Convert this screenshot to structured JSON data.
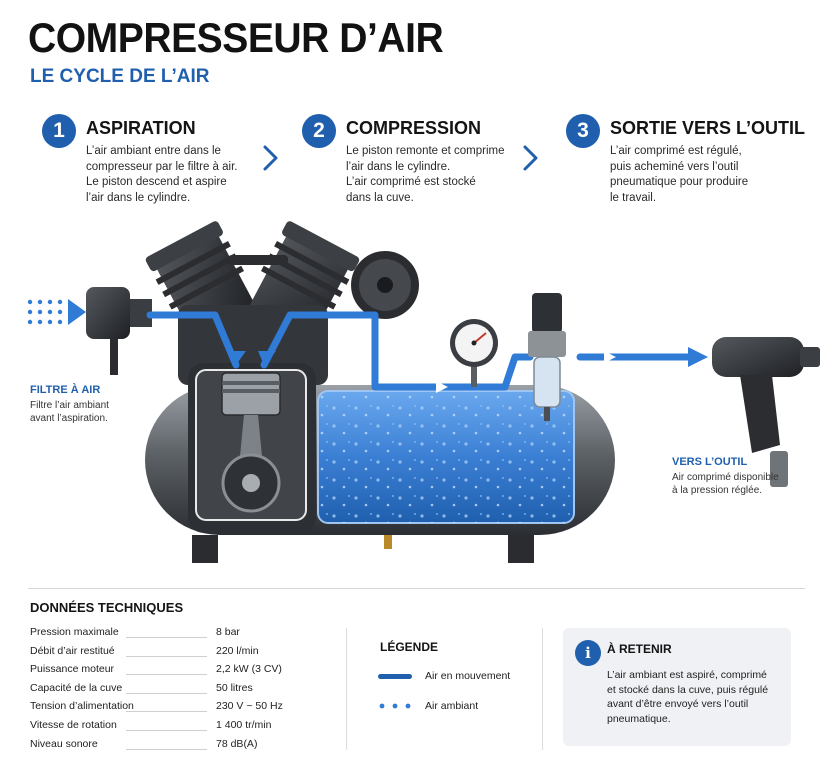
{
  "header": {
    "title": "COMPRESSEUR D’AIR",
    "subtitle": "LE CYCLE DE L’AIR"
  },
  "steps": [
    {
      "num": "1",
      "title": "ASPIRATION",
      "text": "L’air ambiant entre dans le\ncompresseur par le filtre à air.\nLe piston descend et aspire\nl’air dans le cylindre."
    },
    {
      "num": "2",
      "title": "COMPRESSION",
      "text": "Le piston remonte et comprime\nl’air dans le cylindre.\nL’air comprimé est stocké\ndans la cuve."
    },
    {
      "num": "3",
      "title": "SORTIE VERS L’OUTIL",
      "text": "L’air comprimé est régulé,\npuis acheminé vers l’outil\npneumatique pour produire\nle travail."
    }
  ],
  "labels": {
    "filter": {
      "title": "FILTRE À AIR",
      "text": "Filtre l’air ambiant\navant l’aspiration."
    },
    "tool": {
      "title": "VERS L’OUTIL",
      "text": "Air comprimé disponible\nà la pression réglée."
    }
  },
  "specs": {
    "title": "DONNÉES TECHNIQUES",
    "rows": [
      {
        "label": "Pression maximale",
        "value": "8 bar"
      },
      {
        "label": "Débit d’air restitué",
        "value": "220 l/min"
      },
      {
        "label": "Puissance moteur",
        "value": "2,2 kW (3 CV)"
      },
      {
        "label": "Capacité de la cuve",
        "value": "50 litres"
      },
      {
        "label": "Tension d’alimentation",
        "value": "230 V ~ 50 Hz"
      },
      {
        "label": "Vitesse de rotation",
        "value": "1 400 tr/min"
      },
      {
        "label": "Niveau sonore",
        "value": "78 dB(A)"
      }
    ]
  },
  "legend": {
    "title": "LÉGENDE",
    "moving": "Air en mouvement",
    "ambient": "Air ambiant"
  },
  "retain": {
    "icon": "i",
    "title": "À RETENIR",
    "text": "L’air ambiant est aspiré, comprimé\net stocké dans la cuve, puis régulé\navant d’être envoyé vers l’outil\npneumatique."
  },
  "colors": {
    "accent": "#1f5fae",
    "air_flow": "#2f7bd6",
    "tank_fill": "#4a8fe0",
    "metal": "#6b6f75"
  }
}
